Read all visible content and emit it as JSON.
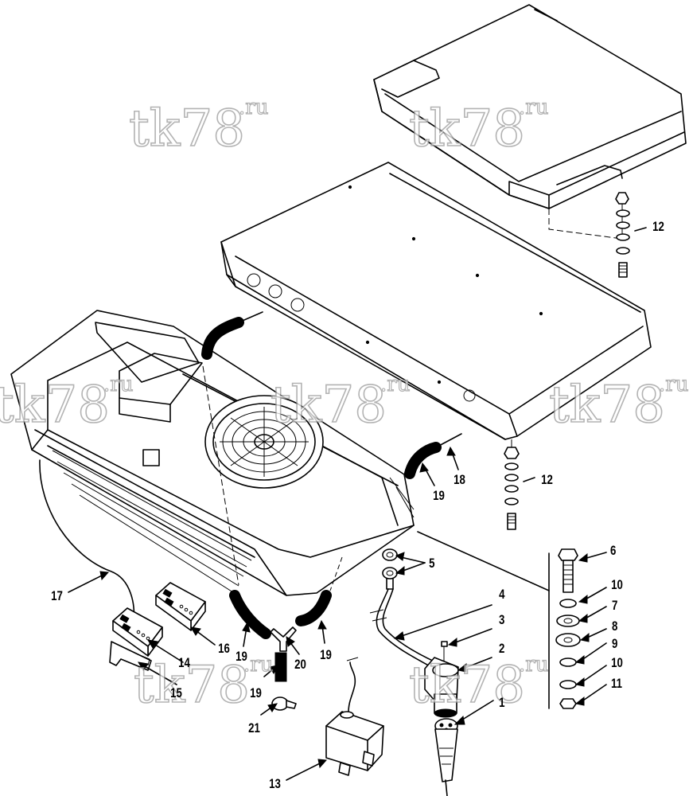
{
  "watermark": {
    "main": "tk78",
    "suffix": ".ru"
  },
  "callouts": {
    "c1": "1",
    "c2": "2",
    "c3": "3",
    "c4": "4",
    "c5": "5",
    "c6": "6",
    "c7": "7",
    "c8": "8",
    "c9": "9",
    "c10a": "10",
    "c10b": "10",
    "c11": "11",
    "c12a": "12",
    "c12b": "12",
    "c13": "13",
    "c14": "14",
    "c15": "15",
    "c16": "16",
    "c17": "17",
    "c18": "18",
    "c19a": "19",
    "c19b": "19",
    "c19c": "19",
    "c19d": "19",
    "c20": "20",
    "c21": "21"
  }
}
